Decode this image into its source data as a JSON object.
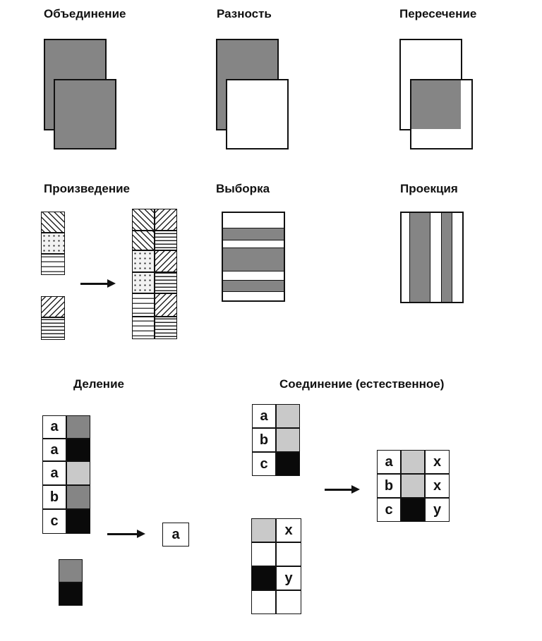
{
  "titles": {
    "union": "Объединение",
    "difference": "Разность",
    "intersection": "Пересечение",
    "product": "Произведение",
    "selection": "Выборка",
    "projection": "Проекция",
    "division": "Деление",
    "join": "Соединение (естественное)"
  },
  "division": {
    "dividend_keys": [
      "a",
      "a",
      "a",
      "b",
      "c"
    ],
    "result": "a"
  },
  "join": {
    "left_keys": [
      "a",
      "b",
      "c"
    ],
    "right_vals": [
      "x",
      "",
      "y",
      ""
    ],
    "result_keys": [
      "a",
      "b",
      "c"
    ],
    "result_vals": [
      "x",
      "x",
      "y"
    ]
  }
}
